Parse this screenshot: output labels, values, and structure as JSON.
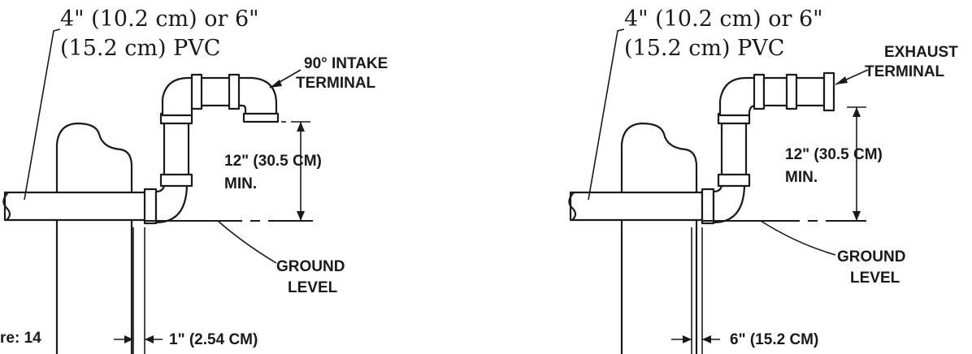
{
  "left_panel": {
    "pipe_label_line1": "4\" (10.2 cm) or 6\"",
    "pipe_label_line2": "(15.2 cm) PVC",
    "terminal_line1": "90° INTAKE",
    "terminal_line2": "TERMINAL",
    "height_line1": "12\" (30.5 CM)",
    "height_line2": "MIN.",
    "ground_line1": "GROUND",
    "ground_line2": "LEVEL",
    "clearance": "1\" (2.54 CM)",
    "figure_caption": "re: 14"
  },
  "right_panel": {
    "pipe_label_line1": "4\" (10.2 cm) or 6\"",
    "pipe_label_line2": "(15.2 cm) PVC",
    "terminal_line1": "EXHAUST",
    "terminal_line2": "TERMINAL",
    "height_line1": "12\" (30.5 CM)",
    "height_line2": "MIN.",
    "ground_line1": "GROUND",
    "ground_line2": "LEVEL",
    "clearance": "6\" (15.2 CM)"
  }
}
